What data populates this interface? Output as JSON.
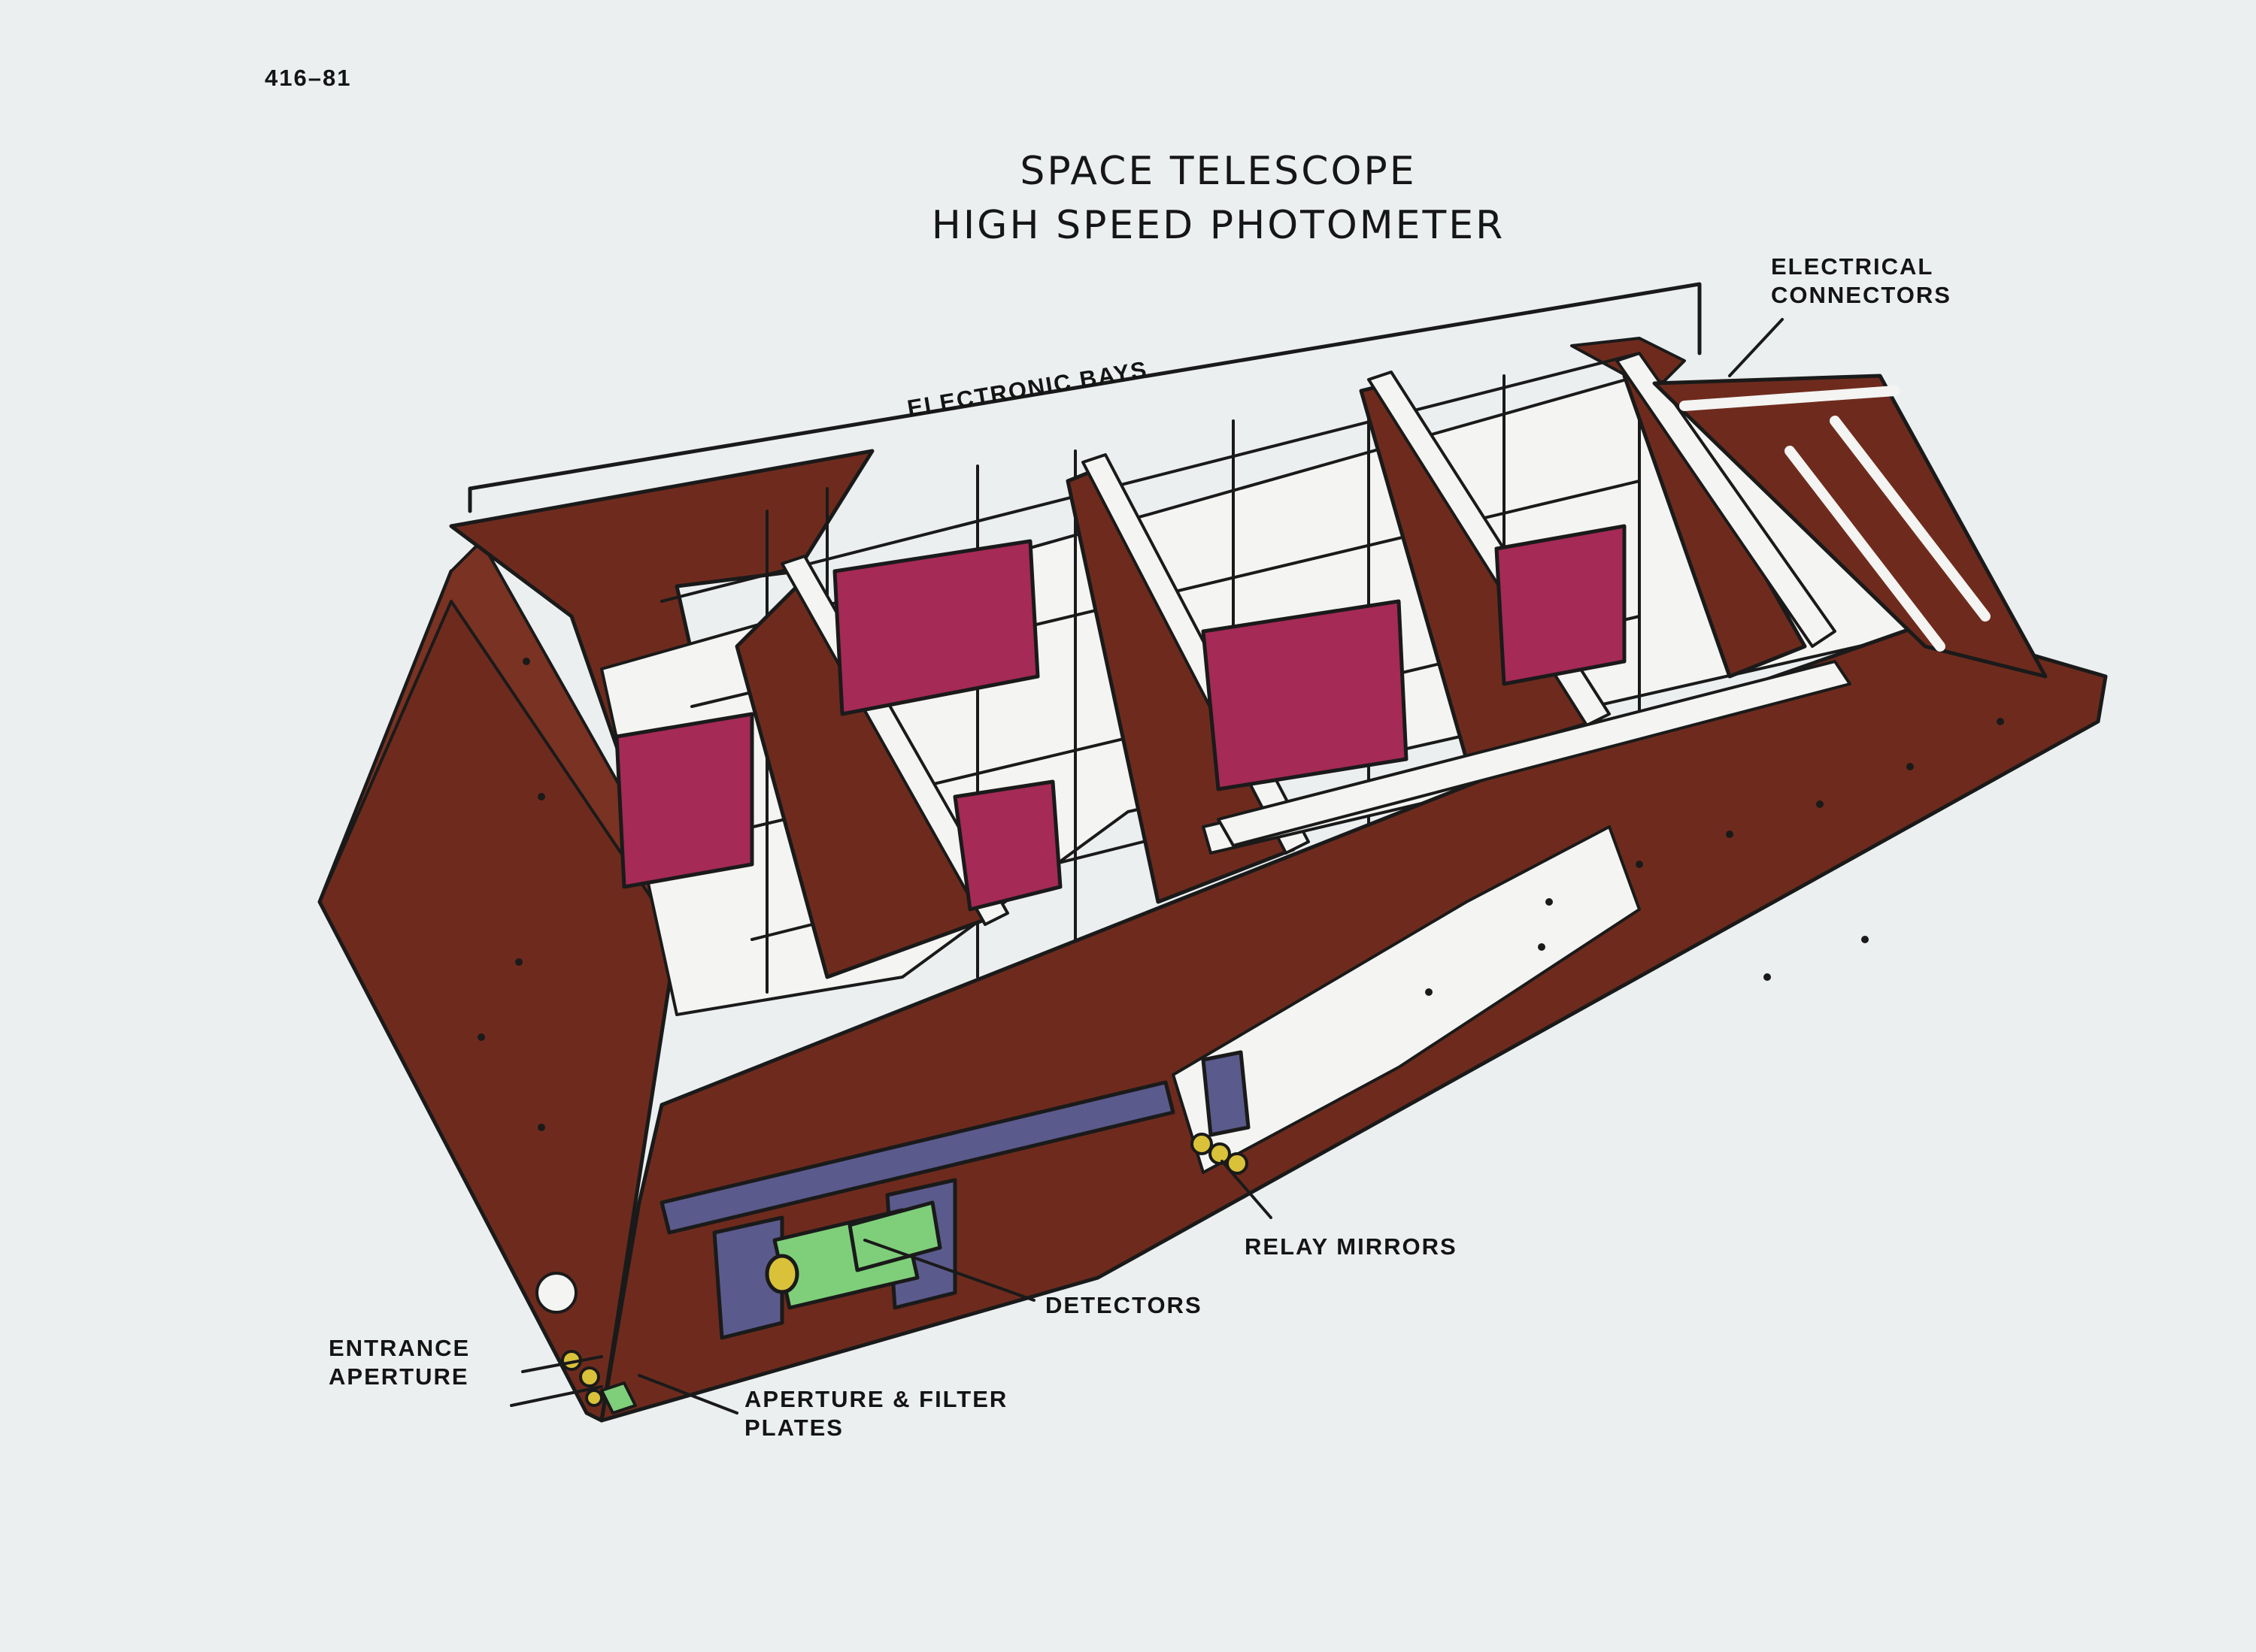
{
  "document_number": "416–81",
  "title": {
    "line1": "SPACE TELESCOPE",
    "line2": "HIGH SPEED PHOTOMETER"
  },
  "callouts": {
    "electronic_bays": "ELECTRONIC BAYS",
    "electrical_connectors": [
      "ELECTRICAL",
      "CONNECTORS"
    ],
    "relay_mirrors": "RELAY MIRRORS",
    "detectors": "DETECTORS",
    "entrance_aperture": [
      "ENTRANCE",
      "APERTURE"
    ],
    "aperture_filter_plates": [
      "APERTURE & FILTER",
      "PLATES"
    ]
  },
  "colors": {
    "background": "#eceff0",
    "housing": "#6e2b1d",
    "electronics_boxes": "#a52a55",
    "detector_mount": "#5a5a8c",
    "detectors": "#7fcf7a",
    "apertures": "#d9c23a",
    "frame": "#f4f4f2",
    "ink": "#1a1a1a"
  }
}
